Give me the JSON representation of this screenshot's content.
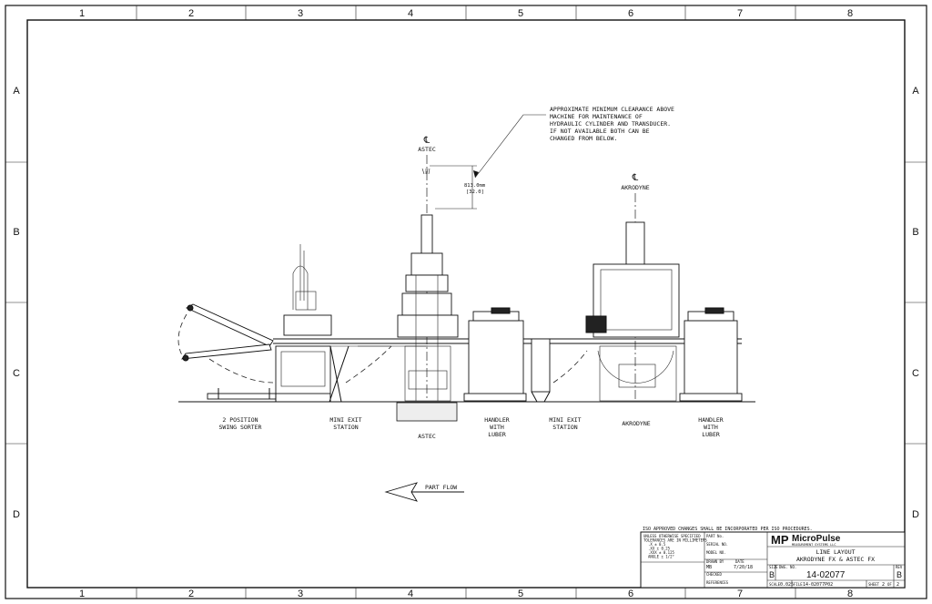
{
  "grid": {
    "columns": [
      "1",
      "2",
      "3",
      "4",
      "5",
      "6",
      "7",
      "8"
    ],
    "rows": [
      "A",
      "B",
      "C",
      "D"
    ]
  },
  "note": {
    "lines": [
      "APPROXIMATE MINIMUM CLEARANCE ABOVE",
      "MACHINE FOR MAINTENANCE OF",
      "HYDRAULIC CYLINDER AND TRANSDUCER.",
      "IF NOT AVAILABLE BOTH CAN BE",
      "CHANGED FROM BELOW."
    ]
  },
  "dimension": {
    "value": "813.0mm",
    "sub": "[32.0]"
  },
  "centerlines": {
    "symbol": "℄",
    "astec": "ASTEC",
    "akrodyne": "AKRODYNE"
  },
  "stations": {
    "swing_sorter": [
      "2 POSITION",
      "SWING SORTER"
    ],
    "mini_exit_1": [
      "MINI EXIT",
      "STATION"
    ],
    "astec": [
      "ASTEC"
    ],
    "handler_1": [
      "HANDLER",
      "WITH",
      "LUBER"
    ],
    "mini_exit_2": [
      "MINI EXIT",
      "STATION"
    ],
    "akrodyne": [
      "AKRODYNE"
    ],
    "handler_2": [
      "HANDLER",
      "WITH",
      "LUBER"
    ]
  },
  "flow": {
    "label": "PART FLOW"
  },
  "title_block": {
    "header_note": "ISO APPROVED CHANGES SHALL BE INCORPORATED PER ISO PROCEDURES.",
    "tolerance_lines": [
      "UNLESS OTHERWISE SPECIFIED",
      "TOLERANCES ARE IN MILLIMETERS",
      ".X    ± 0.5",
      ".XX   ± 0.25",
      ".XXX  ± 0.125",
      "ANGLE  ± 1/2°"
    ],
    "fields": {
      "part_no_label": "PART No.",
      "serial_label": "SERIAL NO.",
      "model_label": "MODEL NO.",
      "drawn_label": "DRAWN BY",
      "drawn_value": "MB",
      "date_label": "DATE",
      "date_value": "7/20/18",
      "checked_label": "CHECKED",
      "references_label": "REFERENCES",
      "size_label": "SIZE",
      "size_value": "B",
      "scale_label": "SCALE",
      "scale_value": "0.025",
      "file_label": "FILE",
      "file_value": "14-02077P02",
      "sheet_label": "SHEET",
      "sheet_value": "2",
      "sheet_of": "OF",
      "sheet_total": "2",
      "rev_label": "REV",
      "rev_value": "B",
      "dwg_no_label": "DWG. NO.",
      "dwg_no_value": "14-02077"
    },
    "company_logo": "MP",
    "company_name": "MicroPulse",
    "company_sub": "MEASUREMENT SYSTEMS LLC",
    "title_lines": [
      "LINE LAYOUT",
      "AKRODYNE FX & ASTEC FX"
    ]
  }
}
